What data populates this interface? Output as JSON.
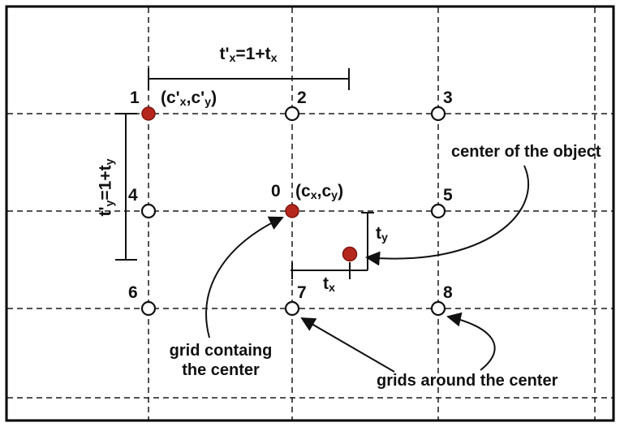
{
  "figure": {
    "points": {
      "p0": "0",
      "p1": "1",
      "p2": "2",
      "p3": "3",
      "p4": "4",
      "p5": "5",
      "p6": "6",
      "p7": "7",
      "p8": "8"
    },
    "math": {
      "t_prime_x": {
        "a": "t'",
        "a_sub": "x",
        "b": "=1+t",
        "b_sub": "x"
      },
      "t_prime_y": {
        "a": "t'",
        "a_sub": "y",
        "b": "=1+t",
        "b_sub": "y"
      },
      "c_prime": {
        "a": "(c'",
        "a_sub": "x",
        "b": ",c'",
        "b_sub": "y",
        "c": ")"
      },
      "c": {
        "a": "(c",
        "a_sub": "x",
        "b": ",c",
        "b_sub": "y",
        "c": ")"
      },
      "t_x": {
        "a": "t",
        "a_sub": "x"
      },
      "t_y": {
        "a": "t",
        "a_sub": "y"
      }
    },
    "annotations": {
      "center_of_object": "center of the object",
      "grid_containing_line1": "grid containg",
      "grid_containing_line2": "the center",
      "grids_around": "grids around the center"
    },
    "colors": {
      "dot_red": "#b5271d",
      "dot_red_stroke": "#7e150f",
      "ink": "#111111"
    }
  }
}
